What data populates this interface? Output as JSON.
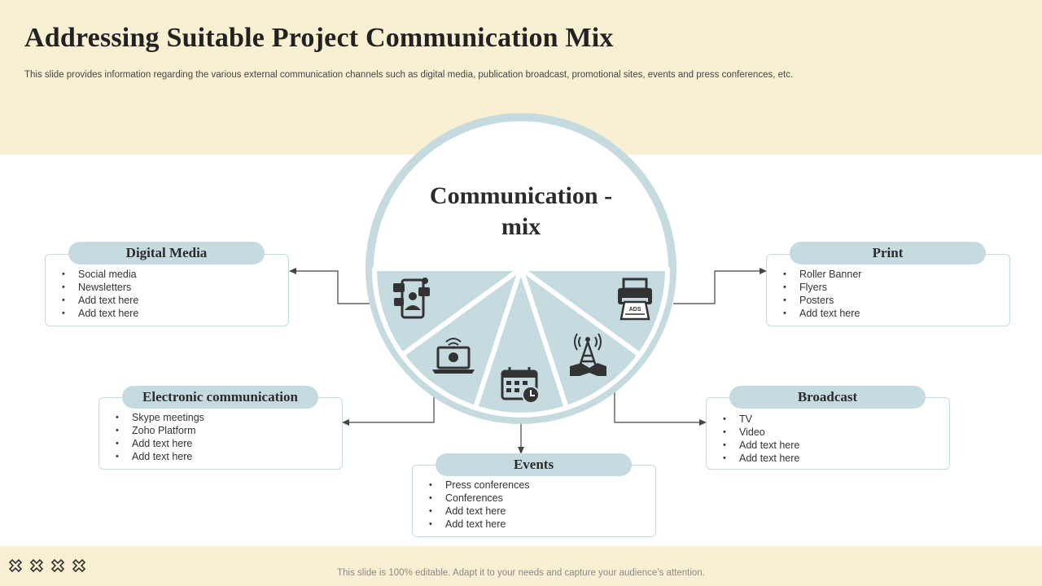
{
  "header": {
    "title": "Addressing Suitable Project Communication  Mix",
    "subtitle": "This slide provides information regarding the various external communication channels such as digital media, publication broadcast, promotional sites, events and press conferences, etc."
  },
  "center": {
    "line1": "Communication -",
    "line2": "mix"
  },
  "channels": {
    "digital_media": {
      "title": "Digital Media",
      "items": [
        "Social media",
        "Newsletters",
        "Add text here",
        "Add text here"
      ]
    },
    "print": {
      "title": "Print",
      "items": [
        "Roller Banner",
        "Flyers",
        "Posters",
        "Add text here"
      ]
    },
    "electronic": {
      "title": "Electronic communication",
      "items": [
        "Skype meetings",
        "Zoho  Platform",
        "Add text here",
        "Add text here"
      ]
    },
    "broadcast": {
      "title": "Broadcast",
      "items": [
        "TV",
        "Video",
        "Add text here",
        "Add text here"
      ]
    },
    "events": {
      "title": "Events",
      "items": [
        "Press conferences",
        "Conferences",
        "Add text here",
        "Add text here"
      ]
    }
  },
  "icons": {
    "digital_media": "social-media-phone-icon",
    "electronic": "laptop-wifi-icon",
    "events": "calendar-clock-icon",
    "broadcast": "antenna-handshake-icon",
    "print": "printer-ads-icon"
  },
  "colors": {
    "band": "#f9f0d3",
    "ring": "#c5dbe0",
    "icon": "#333333"
  },
  "footer": {
    "text": "This slide is 100% editable. Adapt it to your needs and capture your audience’s attention."
  }
}
